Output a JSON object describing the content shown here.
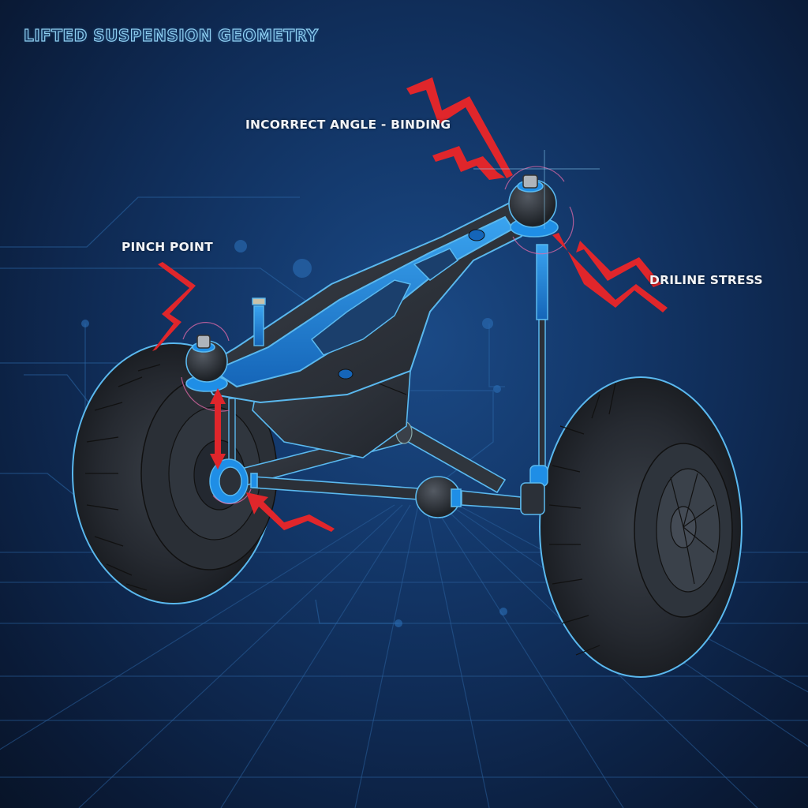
{
  "title": "LIFTED SUSPENSION GEOMETRY",
  "callouts": [
    {
      "id": "binding",
      "label": "INCORRECT ANGLE - BINDING",
      "target": "upper ball joint (right)"
    },
    {
      "id": "pinch",
      "label": "PINCH POINT",
      "target": "upper ball joint (left) / hub clearance"
    },
    {
      "id": "driline",
      "label": "DRILINE STRESS",
      "target": "upper arm to shock mount (right)"
    }
  ],
  "colors": {
    "background_center": "#1b4a86",
    "background_edge": "#081428",
    "grid_line": "#2a5f9a",
    "component_blue": "#1f8ee6",
    "component_dark": "#2b3038",
    "outline_glow": "#5ab8ee",
    "warning_red": "#e0262b",
    "label_text": "#f2f4f7",
    "title_outline": "#8fd0f2"
  },
  "components": [
    "upper-control-arm",
    "left-ball-joint",
    "right-ball-joint",
    "left-tire",
    "right-tire",
    "drive-axle",
    "cv-boot",
    "tie-rod",
    "shock-absorber",
    "differential-housing"
  ]
}
